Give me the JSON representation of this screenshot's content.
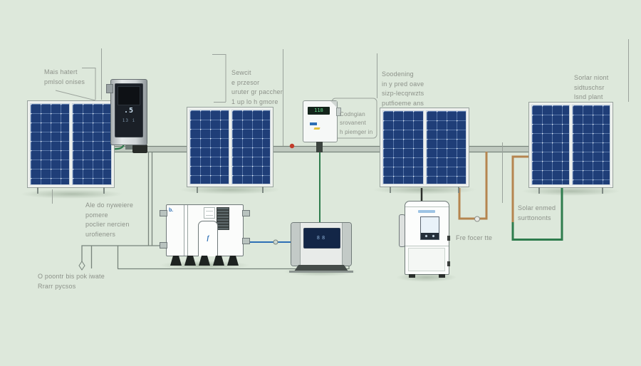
{
  "scene": {
    "background": "#dde8db",
    "description": "Solar photovoltaic system wiring diagram illustration"
  },
  "annotations": {
    "array1_top": "Mais hatert\npmlsol onises",
    "array2_top": "Sewcit\ne przesor\nuruter gr paccher\n1 up lo h gmore",
    "array3_top": "Soodening\nin y pred oave\nsizp-lecqrwzts\nputfioeme ans",
    "array4_top": "Sorlar niont\nsidtuschsr\nlsnd plant",
    "controller_box": "Codngian\nsrovanent\nh piemger in",
    "array1_bottom": "Ale do nyweiere\npomere\npoclier nercien\nurofieners",
    "ground_left": "O poontr bis pok iwate\nRrarr pycsos",
    "battery_right": "Fre focer tte",
    "loop_right": "Solar enmed\nsurttononts"
  },
  "devices": {
    "wall_monitor": {
      "screen_text": ".5",
      "screen_subtext": "13 i"
    },
    "charge_controller": {
      "display_text": "118"
    },
    "inverter": {
      "screen_text": "88"
    },
    "transformer": {
      "tower_mark": "f",
      "side_mark": "b."
    }
  },
  "palette": {
    "panel_blue": "#1f3e78",
    "panel_grid": "#a0bee6",
    "frame_white": "#eef1ee",
    "conduit_gray": "#77837b",
    "wire_green": "#2e7c4d",
    "wire_brown": "#b5854f",
    "wire_blue": "#2d6fb5",
    "indicator_red": "#c23b2a",
    "label_text": "#8c9189",
    "shadow": "#8a9c88"
  }
}
